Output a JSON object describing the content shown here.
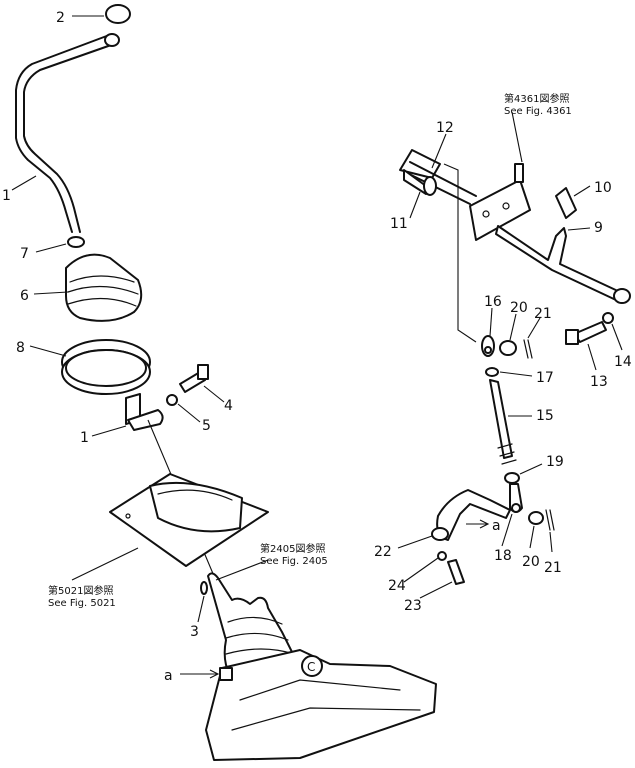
{
  "callouts": {
    "c1_upper": "1",
    "c2": "2",
    "c7": "7",
    "c6": "6",
    "c8": "8",
    "c4": "4",
    "c5": "5",
    "c1_lower": "1",
    "c3": "3",
    "c12": "12",
    "c11": "11",
    "c10": "10",
    "c9": "9",
    "c16": "16",
    "c20_upper": "20",
    "c21_upper": "21",
    "c13": "13",
    "c14": "14",
    "c17": "17",
    "c15": "15",
    "c19": "19",
    "c22": "22",
    "c18": "18",
    "c20_lower": "20",
    "c21_lower": "21",
    "c24": "24",
    "c23": "23"
  },
  "markers": {
    "a_left": "a",
    "a_right": "a",
    "c_mark": "C"
  },
  "references": {
    "fig4361_jp": "第4361図参照",
    "fig4361_en": "See Fig. 4361",
    "fig2405_jp": "第2405図参照",
    "fig2405_en": "See Fig. 2405",
    "fig5021_jp": "第5021図参照",
    "fig5021_en": "See Fig. 5021"
  }
}
